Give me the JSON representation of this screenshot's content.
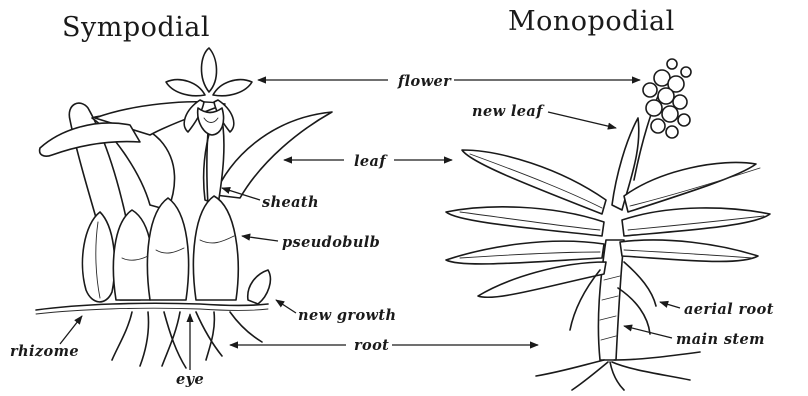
{
  "titles": {
    "left": "Sympodial",
    "right": "Monopodial"
  },
  "labels": {
    "flower": "flower",
    "new_leaf": "new leaf",
    "leaf": "leaf",
    "sheath": "sheath",
    "pseudobulb": "pseudobulb",
    "new_growth": "new growth",
    "aerial_root": "aerial root",
    "rhizome": "rhizome",
    "root": "root",
    "main_stem": "main stem",
    "eye": "eye"
  }
}
